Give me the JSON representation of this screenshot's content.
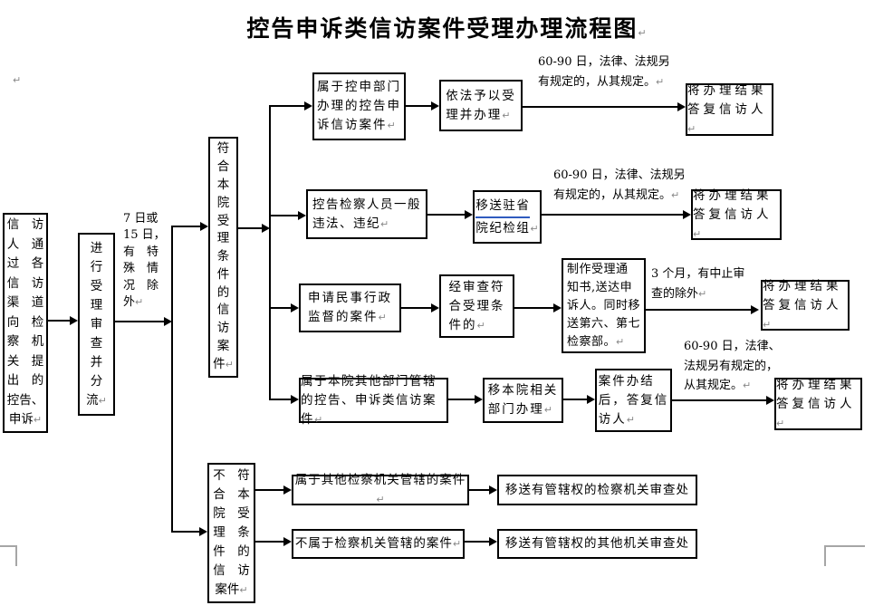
{
  "title": "控告申诉类信访案件受理办理流程图",
  "pm": "↵",
  "colors": {
    "line": "#000000",
    "paragraph_mark": "#888888",
    "transfer_underline": "#2f5bbf",
    "crop_mark": "#a6a6a6"
  },
  "intake": {
    "source": "信　访\n人　通\n过　各\n信　访\n渠　道\n向　检\n察　机\n关　提\n出　的\n控告、\n申诉",
    "triage": "进\n行\n受\n理\n审\n查\n并\n分\n流",
    "time_note": "7 日或\n15 日，\n有　特\n殊　情\n况　除\n外"
  },
  "accepted": {
    "label": "符\n合\n本\n院\n受\n理\n条\n件\n的\n信\n访\n案\n件",
    "rows": [
      {
        "case": "属于控申部门\n办理的控告申\n诉信访案件",
        "action": "依法予以受\n理并办理",
        "note": "60-90 日，法律、法规另\n有规定的，从其规定。",
        "result": "将办理结果\n答复信访人"
      },
      {
        "case": "控告检察人员一般\n违法、违纪",
        "action_line1": "移送驻省",
        "action_line2": "院纪检组",
        "note": "60-90 日，法律、法规另\n有规定的，从其规定。",
        "result": "将办理结果\n答复信访人"
      },
      {
        "case": "申请民事行政\n监督的案件",
        "action": "经审查符\n合受理条\n件的",
        "action2": "制作受理通\n知书,送达申\n诉人。同时移\n送第六、第七\n检察部。",
        "note": "3 个月，有中止审\n查的除外",
        "result": "将办理结果\n答复信访人"
      },
      {
        "case": "属于本院其他部门管辖\n的控告、申诉类信访案件",
        "action": "移本院相关\n部门办理",
        "action2": "案件办结\n后，答复信\n访人",
        "note": "60-90 日，法律、\n法规另有规定的，\n从其规定。",
        "result": "将办理结果\n答复信访人"
      }
    ]
  },
  "rejected": {
    "label": "不　符\n合　本\n院　受\n理　条\n件　的\n信　访\n案件",
    "rows": [
      {
        "case": "属于其他检察机关管辖的案件",
        "action": "移送有管辖权的检察机关审查处"
      },
      {
        "case": "不属于检察机关管辖的案件",
        "action": "移送有管辖权的其他机关审查处"
      }
    ]
  }
}
